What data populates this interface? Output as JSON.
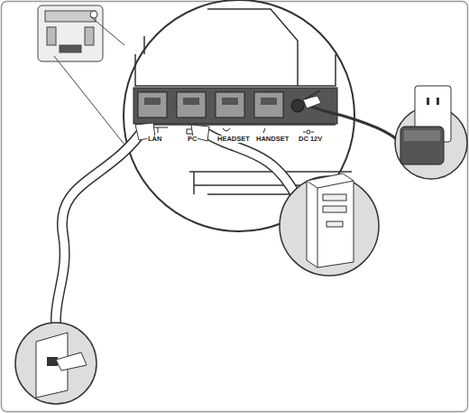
{
  "diagram": {
    "labels": [
      "LAN",
      "PC",
      "HEADSET",
      "HANDSET",
      "DC 12V"
    ]
  }
}
